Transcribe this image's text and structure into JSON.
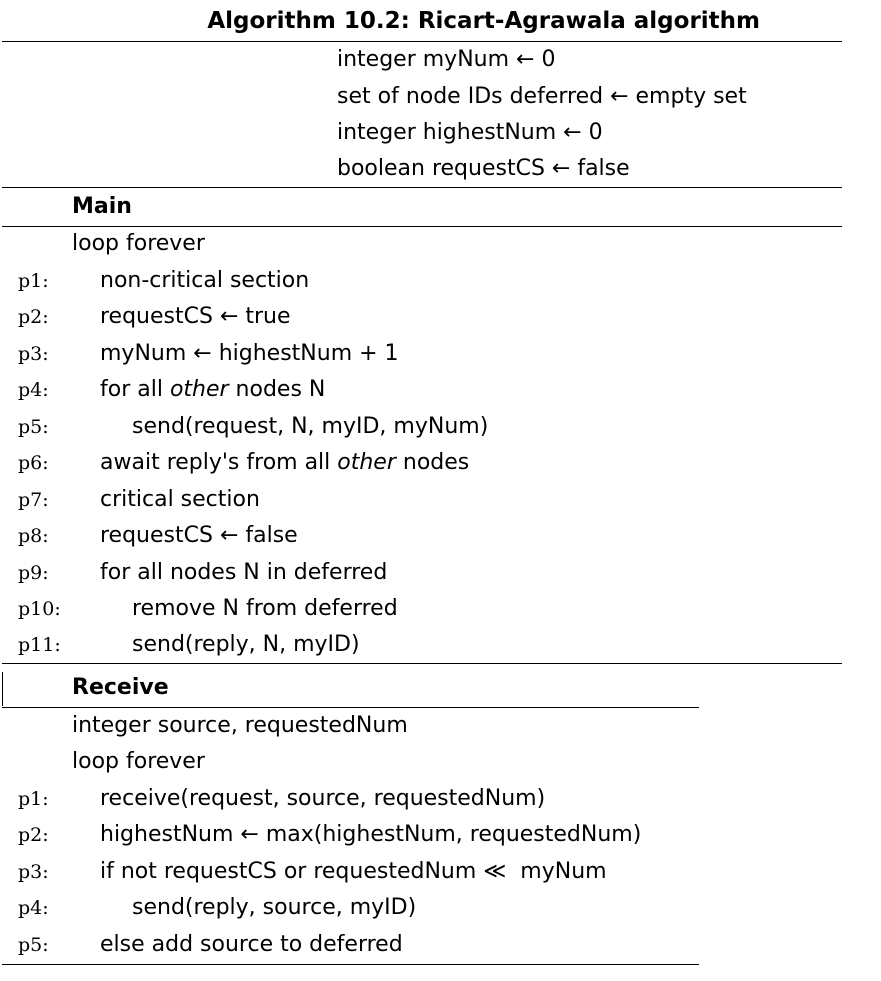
{
  "title": "Algorithm 10.2: Ricart-Agrawala algorithm",
  "globals": [
    "integer myNum ← 0",
    "set of node IDs deferred ← empty set",
    "integer highestNum ← 0",
    "boolean requestCS ← false"
  ],
  "main": {
    "heading": "Main",
    "header_line": "loop forever",
    "lines": [
      {
        "label": "p1:",
        "text": "non-critical section"
      },
      {
        "label": "p2:",
        "text": "requestCS ← true"
      },
      {
        "label": "p3:",
        "text": "myNum ← highestNum + 1"
      },
      {
        "label": "p4:",
        "pre": "for all ",
        "em": "other",
        "post": " nodes N"
      },
      {
        "label": "p5:",
        "text": "send(request, N, myID, myNum)"
      },
      {
        "label": "p6:",
        "pre": "await reply's from all ",
        "em": "other",
        "post": " nodes"
      },
      {
        "label": "p7:",
        "text": "critical section"
      },
      {
        "label": "p8:",
        "text": "requestCS ← false"
      },
      {
        "label": "p9:",
        "text": "for all nodes N in deferred"
      },
      {
        "label": "p10:",
        "text": "remove N from deferred"
      },
      {
        "label": "p11:",
        "text": "send(reply, N, myID)"
      }
    ]
  },
  "receive": {
    "heading": "Receive",
    "header_lines": [
      "integer source, requestedNum",
      "loop forever"
    ],
    "lines": [
      {
        "label": "p1:",
        "text": "receive(request, source, requestedNum)"
      },
      {
        "label": "p2:",
        "text": "highestNum ← max(highestNum, requestedNum)"
      },
      {
        "label": "p3:",
        "text": "if not requestCS or requestedNum ≪  myNum"
      },
      {
        "label": "p4:",
        "text": "send(reply, source, myID)"
      },
      {
        "label": "p5:",
        "text": "else add source to deferred"
      }
    ]
  }
}
